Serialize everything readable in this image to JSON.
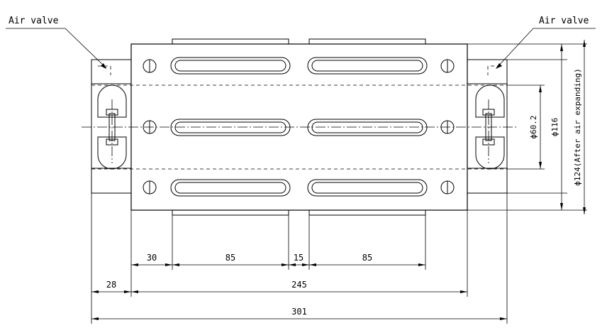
{
  "labels": {
    "air_valve_left": "Air valve",
    "air_valve_right": "Air valve"
  },
  "dimensions": {
    "d30": "30",
    "d85a": "85",
    "d15": "15",
    "d85b": "85",
    "d28": "28",
    "d245": "245",
    "d301": "301",
    "dia_60_2": "ϕ60.2",
    "dia_116": "ϕ116",
    "dia_124": "ϕ124(After air expanding)"
  }
}
